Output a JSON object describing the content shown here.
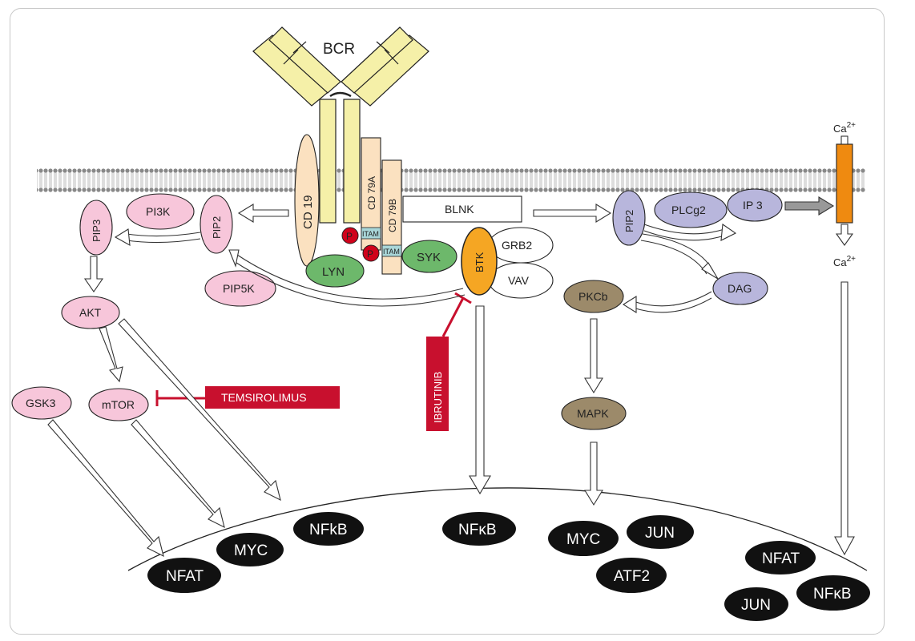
{
  "receptor": {
    "label": "BCR"
  },
  "coreceptors": {
    "cd19": "CD 19",
    "cd79a": "CD 79A",
    "cd79b": "CD 79B",
    "itam": "ITAM",
    "phospho": "P"
  },
  "kinases": {
    "lyn": "LYN",
    "syk": "SYK",
    "btk": "BTK",
    "grb2": "GRB2",
    "vav": "VAV",
    "blnk": "BLNK"
  },
  "pi3k_branch": {
    "pi3k": "PI3K",
    "pip3": "PIP3",
    "pip2": "PIP2",
    "pip5k": "PIP5K",
    "akt": "AKT",
    "gsk3": "GSK3",
    "mtor": "mTOR"
  },
  "plc_branch": {
    "pip2": "PIP2",
    "plcg2": "PLCg2",
    "ip3": "IP 3",
    "dag": "DAG",
    "pkcb": "PKCb",
    "mapk": "MAPK"
  },
  "calcium": {
    "ca_top": "Ca",
    "ca_bottom": "Ca",
    "superscript": "2+"
  },
  "drugs": {
    "temsirolimus": "TEMSIROLIMUS",
    "ibrutinib": "IBRUTINIB"
  },
  "nucleus_factors": {
    "nfat_left": "NFAT",
    "myc_left": "MYC",
    "nfkb_left": "NFkB",
    "nfkb_center": "NFκB",
    "myc_right": "MYC",
    "jun_right": "JUN",
    "atf2": "ATF2",
    "nfat_far": "NFAT",
    "jun_far": "JUN",
    "nfkb_far": "NFκB"
  },
  "colors": {
    "receptor_fill": "#f5f0a8",
    "cd_fill": "#fbe1c0",
    "pink": "#f7c6da",
    "green": "#6db86b",
    "orange": "#f5a623",
    "lavender": "#b8b6dc",
    "brown": "#9c8a6a",
    "drug_red": "#c8102e",
    "channel_orange": "#ef8a10",
    "itam_fill": "#a9d6d8",
    "phospho_red": "#d0021b"
  }
}
